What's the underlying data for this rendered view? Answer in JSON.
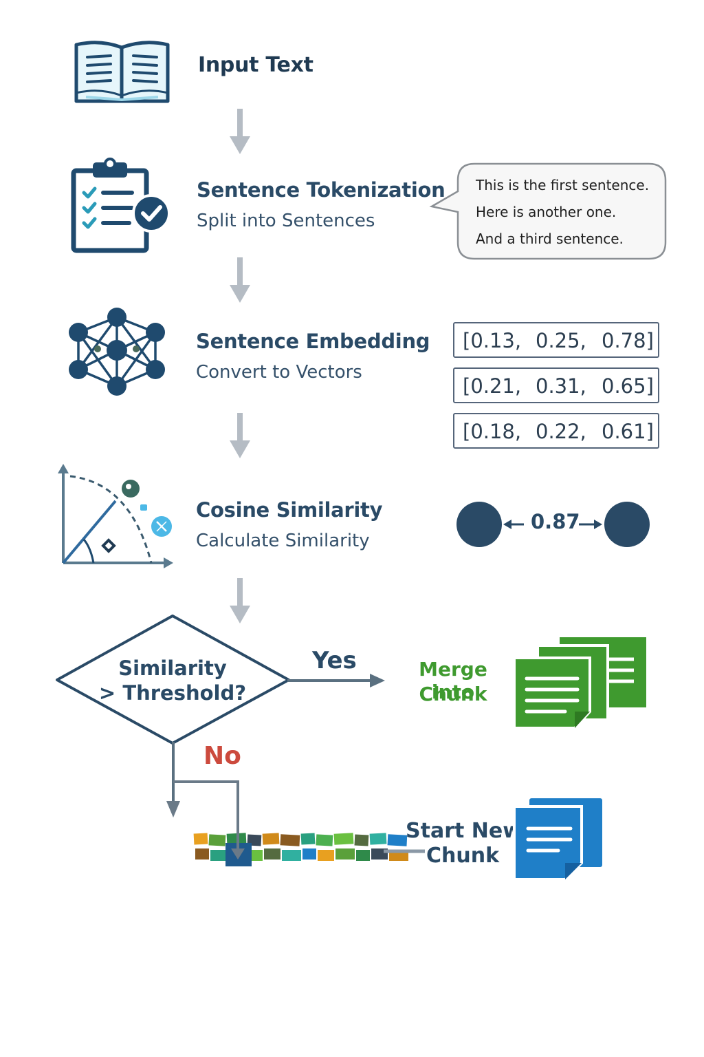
{
  "colors": {
    "primary": "#2a4a66",
    "arrow_gray": "#b5bcc4",
    "green": "#3f9a2f",
    "blue": "#1f7fc8",
    "no_red": "#cc4a3d"
  },
  "steps": {
    "input": {
      "title": "Input Text",
      "icon": "open-book-icon"
    },
    "tokenize": {
      "title": "Sentence Tokenization",
      "subtitle": "Split into Sentences",
      "icon": "clipboard-check-icon"
    },
    "embed": {
      "title": "Sentence Embedding",
      "subtitle": "Convert to Vectors",
      "icon": "neural-network-icon"
    },
    "cosine": {
      "title": "Cosine Similarity",
      "subtitle": "Calculate Similarity",
      "icon": "angle-chart-icon"
    }
  },
  "sentences": [
    "This is the first sentence.",
    "Here is another one.",
    "And a third sentence."
  ],
  "vectors": [
    [
      "[0.13,",
      "0.25,",
      "0.78]"
    ],
    [
      "[0.21,",
      "0.31,",
      "0.65]"
    ],
    [
      "[0.18,",
      "0.22,",
      "0.61]"
    ]
  ],
  "similarity_score": "0.87",
  "decision": {
    "line1": "Similarity",
    "line2": "> Threshold?",
    "yes": "Yes",
    "no": "No"
  },
  "merge": {
    "line1": "Merge into",
    "line2": "Chunk",
    "icon": "stacked-documents-icon"
  },
  "new_chunk": {
    "line1": "Start New",
    "line2": "Chunk",
    "icon": "document-icon"
  },
  "chunk_strip_colors": [
    "#e8a020",
    "#5aa03a",
    "#2f8a4a",
    "#3a4a5a",
    "#d08a1a",
    "#8a5a20",
    "#2aa080",
    "#4cb050",
    "#6ac040",
    "#556b40",
    "#30b0a0",
    "#1f7fc8"
  ]
}
